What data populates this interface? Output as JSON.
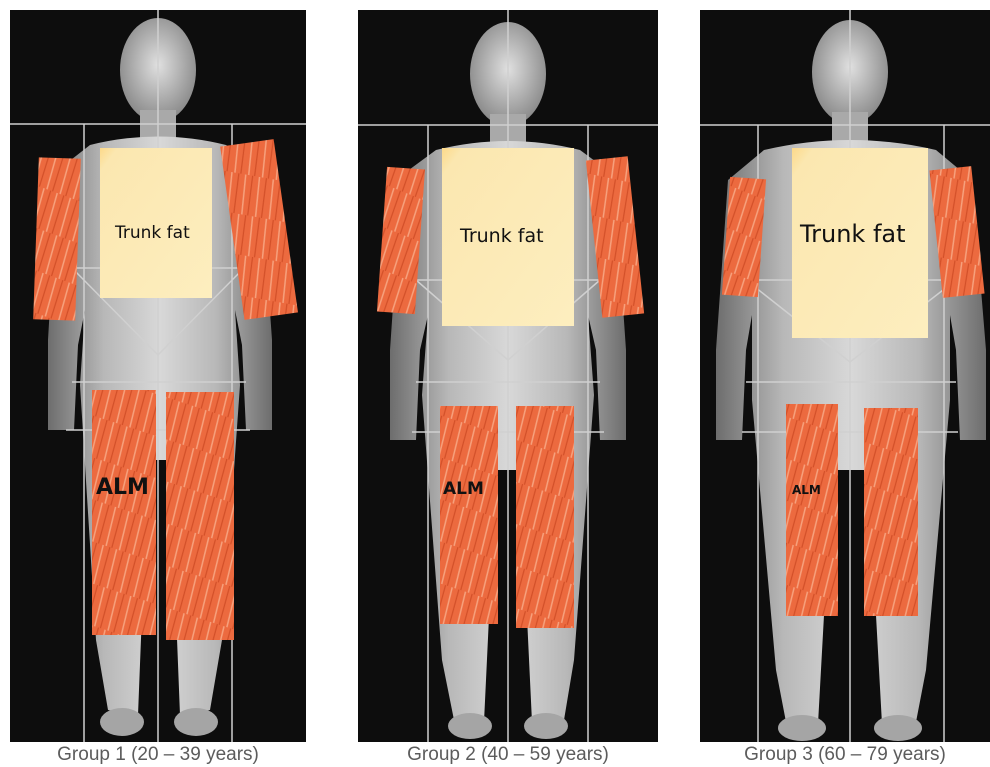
{
  "figure": {
    "panels": [
      {
        "trunk_label": "Trunk fat",
        "alm_label": "ALM",
        "caption": "Group 1 (20 – 39 years)"
      },
      {
        "trunk_label": "Trunk fat",
        "alm_label": "ALM",
        "caption": "Group 2 (40 – 59 years)"
      },
      {
        "trunk_label": "Trunk fat",
        "alm_label": "ALM",
        "caption": "Group 3 (60 – 79 years)"
      }
    ]
  },
  "colors": {
    "scan_background": "#0d0d0d",
    "trunk_fat_region": "#fbe7b0",
    "muscle_region": "#ee6a3f",
    "body_silhouette": "#bdbdbd",
    "grid_lines": "#d0d0d0",
    "caption_text": "#5c5c5c"
  }
}
